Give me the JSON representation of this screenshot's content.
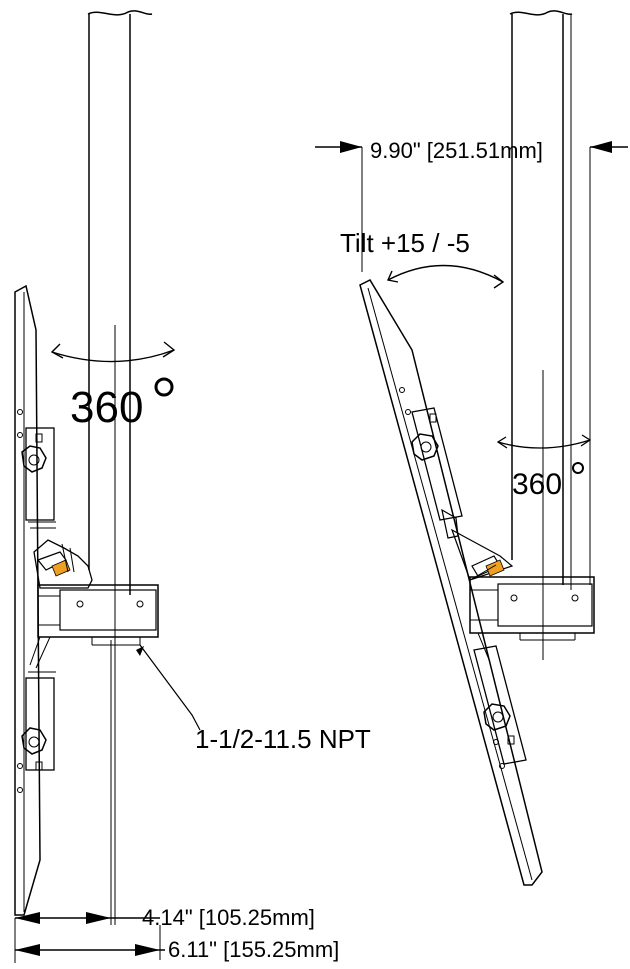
{
  "labels": {
    "rotation_left": "360",
    "rotation_right": "360",
    "tilt": "Tilt  +15 / -5",
    "width_dim": "9.90\" [251.51mm]",
    "thread": "1-1/2-11.5  NPT",
    "depth_short": "4.14\" [105.25mm]",
    "depth_long": "6.11\" [155.25mm]"
  },
  "colors": {
    "line": "#000000",
    "accent": "#f0a020",
    "background": "#ffffff"
  }
}
